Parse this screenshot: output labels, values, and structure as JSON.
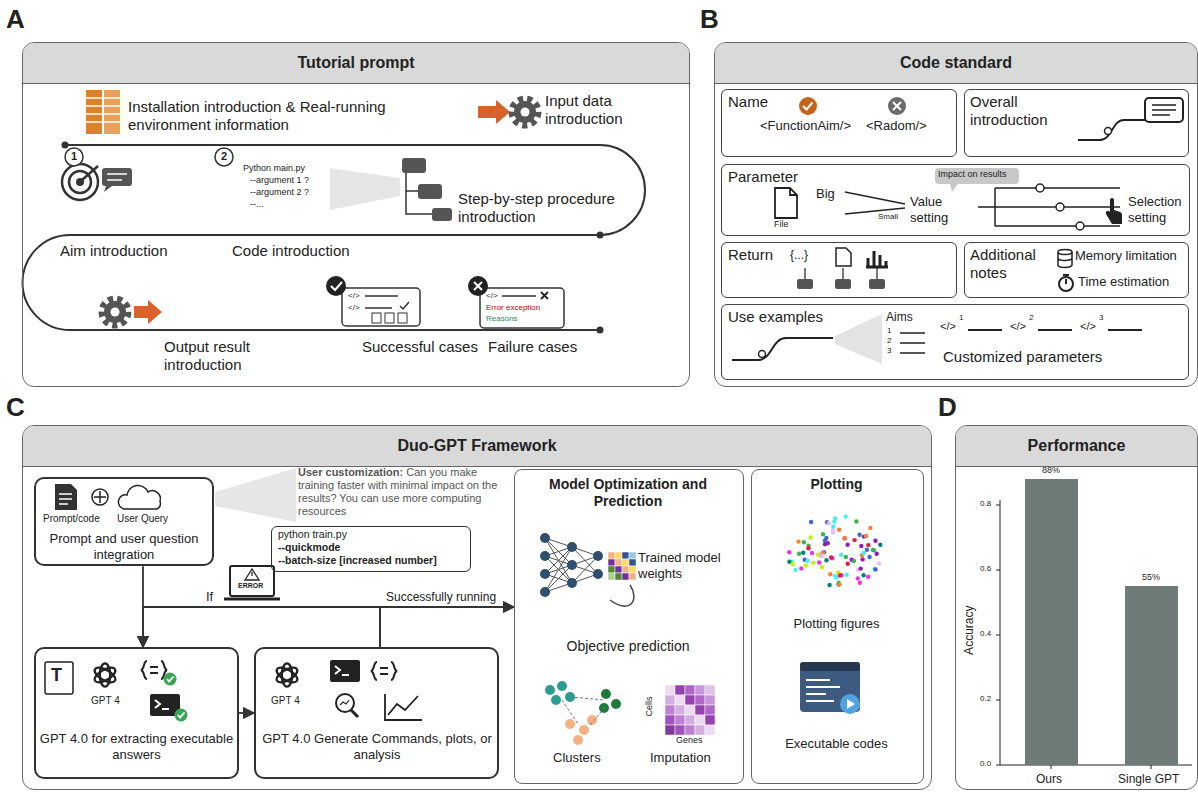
{
  "diagram": {
    "nodes": [
      {
        "text": [
          "Tutorial prompt"
        ]
      },
      {
        "text": [
          "Code standard"
        ]
      },
      {
        "text": [
          "Name",
          "<FunctionAim/>",
          "<Radom/>"
        ],
        "in": 1
      },
      {
        "text": [
          "Overall introduction"
        ],
        "in": 1
      },
      {
        "text": [
          "Parameter",
          "File",
          "Big",
          "Small",
          "Impact on results",
          "Value setting",
          "Selection setting"
        ],
        "in": 1
      },
      {
        "text": [
          "Return",
          "{...}"
        ],
        "in": 1
      },
      {
        "text": [
          "Additional notes",
          "Memory limitation",
          "Time estimation"
        ],
        "in": 1
      },
      {
        "text": [
          "Use examples",
          "Aims",
          "1",
          "2",
          "3",
          "</>",
          "1",
          "</>",
          "2",
          "</>",
          "3",
          "Customized parameters"
        ],
        "in": 1
      },
      {
        "text": [
          "Duo-GPT Framework"
        ]
      },
      {
        "text": [
          "Prompt/code",
          "User Query",
          "Prompt and user question integration"
        ],
        "in": 8
      },
      {
        "text": [
          "python train.py",
          "--quickmode",
          "--batch-size [increased number]"
        ],
        "in": 8
      },
      {
        "text": [
          "T",
          "GPT 4",
          "GPT 4.0 for extracting executable answers"
        ],
        "in": 8
      },
      {
        "text": [
          "GPT 4",
          "GPT 4.0 Generate Commands, plots, or analysis"
        ],
        "in": 8
      },
      {
        "text": [
          "Model Optimization and Prediction",
          "Trained model weights",
          "Objective prediction",
          "Clusters",
          "Imputation",
          "Cells",
          "Genes"
        ],
        "in": 8
      },
      {
        "text": [
          "Plotting",
          "Plotting figures",
          "Executable codes"
        ],
        "in": 8
      },
      {
        "text": [
          "Performance"
        ]
      }
    ],
    "edges": [
      {
        "from": 9,
        "to": 11,
        "arrow": "to"
      },
      {
        "from": 11,
        "to": 12,
        "arrow": "to"
      },
      {
        "from": 12,
        "to": 11,
        "arrow": "to",
        "label": "If"
      },
      {
        "from": 12,
        "to": 13,
        "arrow": "to",
        "label": "Successfully running"
      }
    ],
    "labels": [
      "A",
      "B",
      "C",
      "D",
      "Installation introduction & Real-running environment information",
      "Input data introduction",
      "1",
      "Aim introduction",
      "2",
      "Python main.py",
      "--argument 1 ?",
      "--argument 2 ?",
      "--...",
      "Code introduction",
      "Step-by-step procedure introduction",
      "Output result introduction",
      "</>",
      "</>",
      "Successful cases",
      "</>",
      "Error exception",
      "Reasons",
      "Failure cases",
      "User customization:",
      "Can you make training faster with minimal impact on the results? You can use more computing resources",
      "ERROR",
      "88%",
      "55%",
      "Accuracy",
      "0.0",
      "0.2",
      "0.4",
      "0.6",
      "0.8",
      "Ours",
      "Single GPT"
    ]
  }
}
